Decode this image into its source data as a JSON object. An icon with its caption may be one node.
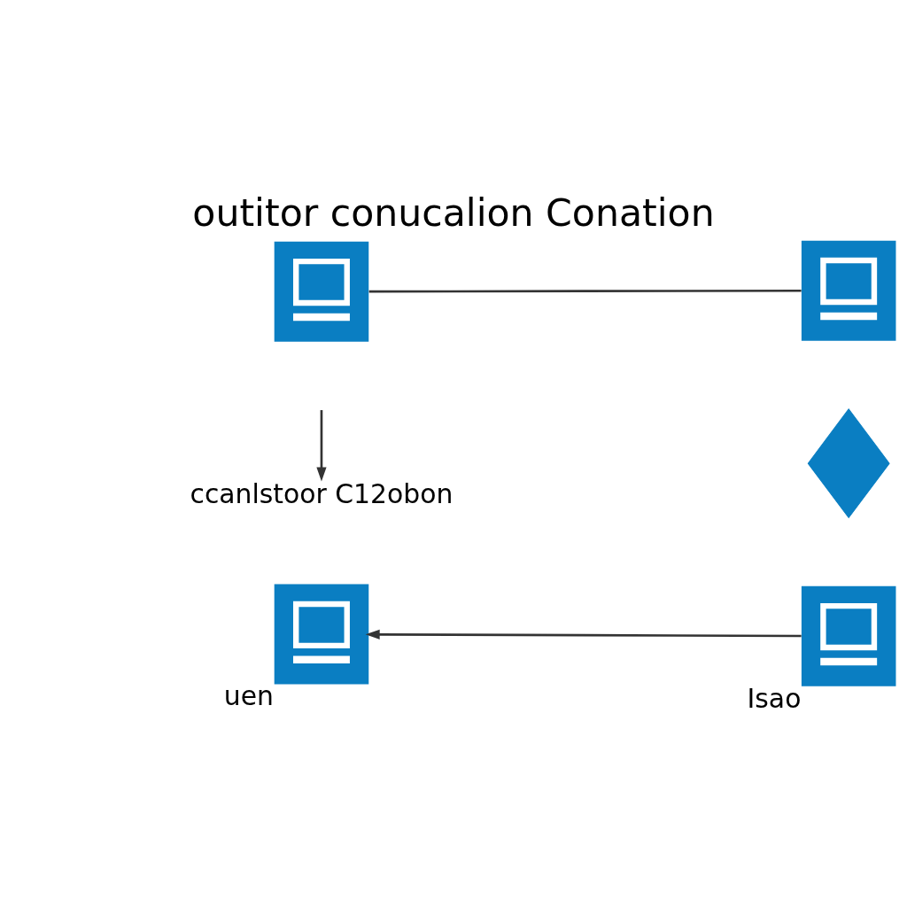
{
  "diagram": {
    "title": "outitor conucalion Conation",
    "nodes": [
      {
        "text": [],
        "shape": "picture"
      },
      {
        "text": [],
        "shape": "picture"
      },
      {
        "text": [],
        "shape": "diamond"
      },
      {
        "text": [
          "ccanlstoor C12obon"
        ]
      },
      {
        "text": [],
        "shape": "picture",
        "beside": [
          "uen"
        ]
      },
      {
        "text": [],
        "shape": "picture",
        "beside": [
          "Isao"
        ]
      }
    ],
    "edges": [
      {
        "from": 0,
        "to": 1,
        "arrow": "none"
      },
      {
        "from": null,
        "to": 3,
        "arrow": "to"
      },
      {
        "from": 5,
        "to": 4,
        "arrow": "to"
      }
    ]
  }
}
